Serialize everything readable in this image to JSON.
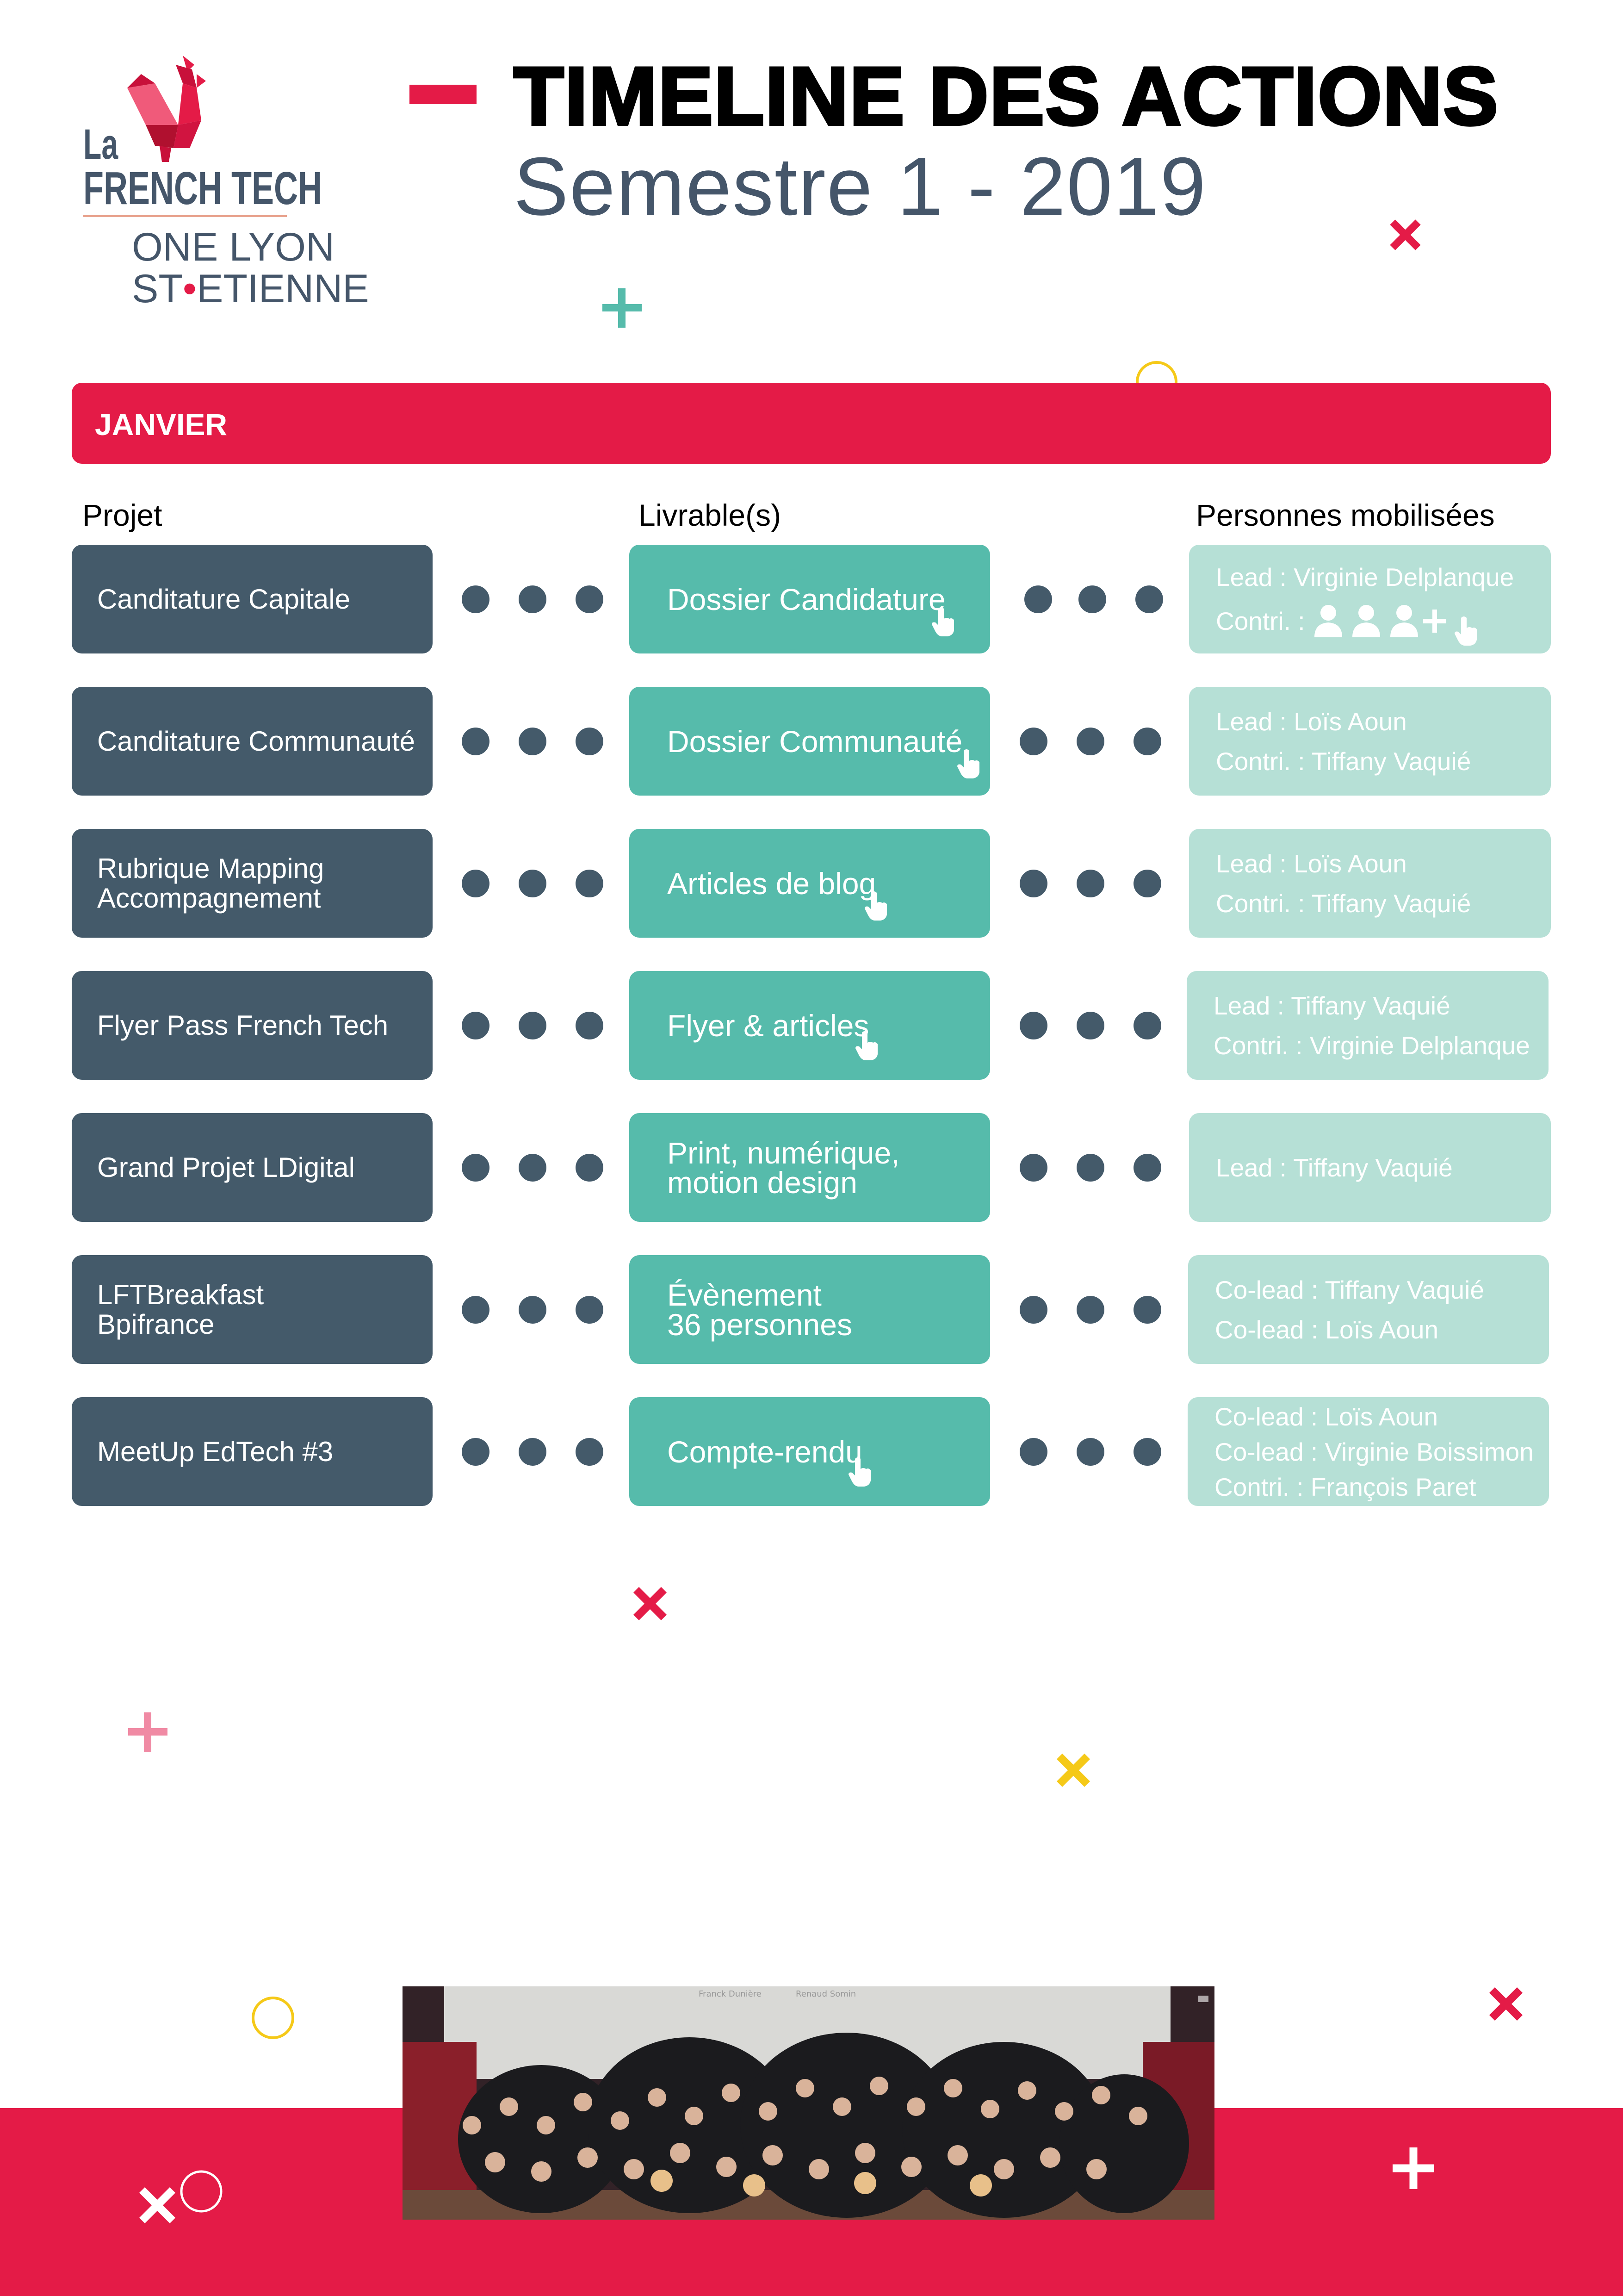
{
  "logo": {
    "line_la": "La",
    "line_french_tech": "FRENCH TECH",
    "line_one_lyon": "ONE LYON",
    "line_st": "ST",
    "line_etienne": "ETIENNE",
    "dot_glyph": "•",
    "icon": "rooster-icon"
  },
  "header": {
    "title": "TIMELINE DES ACTIONS",
    "subtitle": "Semestre 1  - 2019"
  },
  "month": {
    "label": "JANVIER"
  },
  "columns": {
    "project": "Projet",
    "deliverable": "Livrable(s)",
    "people": "Personnes mobilisées"
  },
  "rows": [
    {
      "project": [
        "Canditature Capitale"
      ],
      "deliverable": [
        "Dossier Candidature"
      ],
      "has_cursor": true,
      "people": [
        "Lead : Virginie Delplanque",
        "Contri. :"
      ]
    },
    {
      "project": [
        "Canditature Communauté"
      ],
      "deliverable": [
        "Dossier Communauté"
      ],
      "has_cursor": true,
      "people": [
        "Lead : Loïs Aoun",
        "Contri. : Tiffany Vaquié"
      ]
    },
    {
      "project": [
        "Rubrique Mapping",
        "Accompagnement"
      ],
      "deliverable": [
        "Articles de blog"
      ],
      "has_cursor": true,
      "people": [
        "Lead : Loïs Aoun",
        "Contri. : Tiffany Vaquié"
      ]
    },
    {
      "project": [
        "Flyer Pass French Tech"
      ],
      "deliverable": [
        "Flyer & articles"
      ],
      "has_cursor": true,
      "people": [
        "Lead : Tiffany Vaquié",
        "Contri. : Virginie Delplanque"
      ]
    },
    {
      "project": [
        "Grand Projet LDigital"
      ],
      "deliverable": [
        "Print, numérique,",
        "motion design"
      ],
      "has_cursor": false,
      "people": [
        "Lead : Tiffany Vaquié"
      ]
    },
    {
      "project": [
        "LFTBreakfast",
        "Bpifrance"
      ],
      "deliverable": [
        "Évènement",
        "36 personnes"
      ],
      "has_cursor": false,
      "people": [
        "Co-lead : Tiffany Vaquié",
        "Co-lead : Loïs Aoun"
      ]
    },
    {
      "project": [
        "MeetUp EdTech #3"
      ],
      "deliverable": [
        "Compte-rendu"
      ],
      "has_cursor": true,
      "people": [
        "Co-lead : Loïs Aoun",
        "Co-lead : Virginie Boissimon",
        "Contri. : François Paret"
      ]
    }
  ],
  "photo": {
    "caption_left": "Franck Dunière",
    "caption_right": "Renaud Somin"
  },
  "colors": {
    "brand_red": "#e41b47",
    "slate": "#445a6a",
    "teal": "#56bbab",
    "mint": "#b6e0d6",
    "yellow": "#f5c918",
    "pink": "#f08aa4"
  }
}
